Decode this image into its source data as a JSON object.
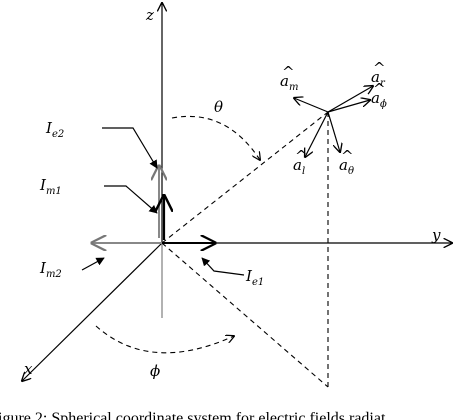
{
  "labels": {
    "z": "z",
    "y": "y",
    "x": "x",
    "theta": "θ",
    "phi": "ϕ",
    "I_e2": {
      "base": "I",
      "sub": "e2"
    },
    "I_m1": {
      "base": "I",
      "sub": "m1"
    },
    "I_m2": {
      "base": "I",
      "sub": "m2"
    },
    "I_e1": {
      "base": "I",
      "sub": "e1"
    },
    "a_m": {
      "base": "a",
      "sub": "m"
    },
    "a_r": {
      "base": "a",
      "sub": "r"
    },
    "a_phi": {
      "base": "a",
      "sub": "ϕ"
    },
    "a_l": {
      "base": "a",
      "sub": "l"
    },
    "a_theta": {
      "base": "a",
      "sub": "θ"
    }
  },
  "hat": "^",
  "caption": "igure 2: Spherical coordinate system for electric fields radiat"
}
